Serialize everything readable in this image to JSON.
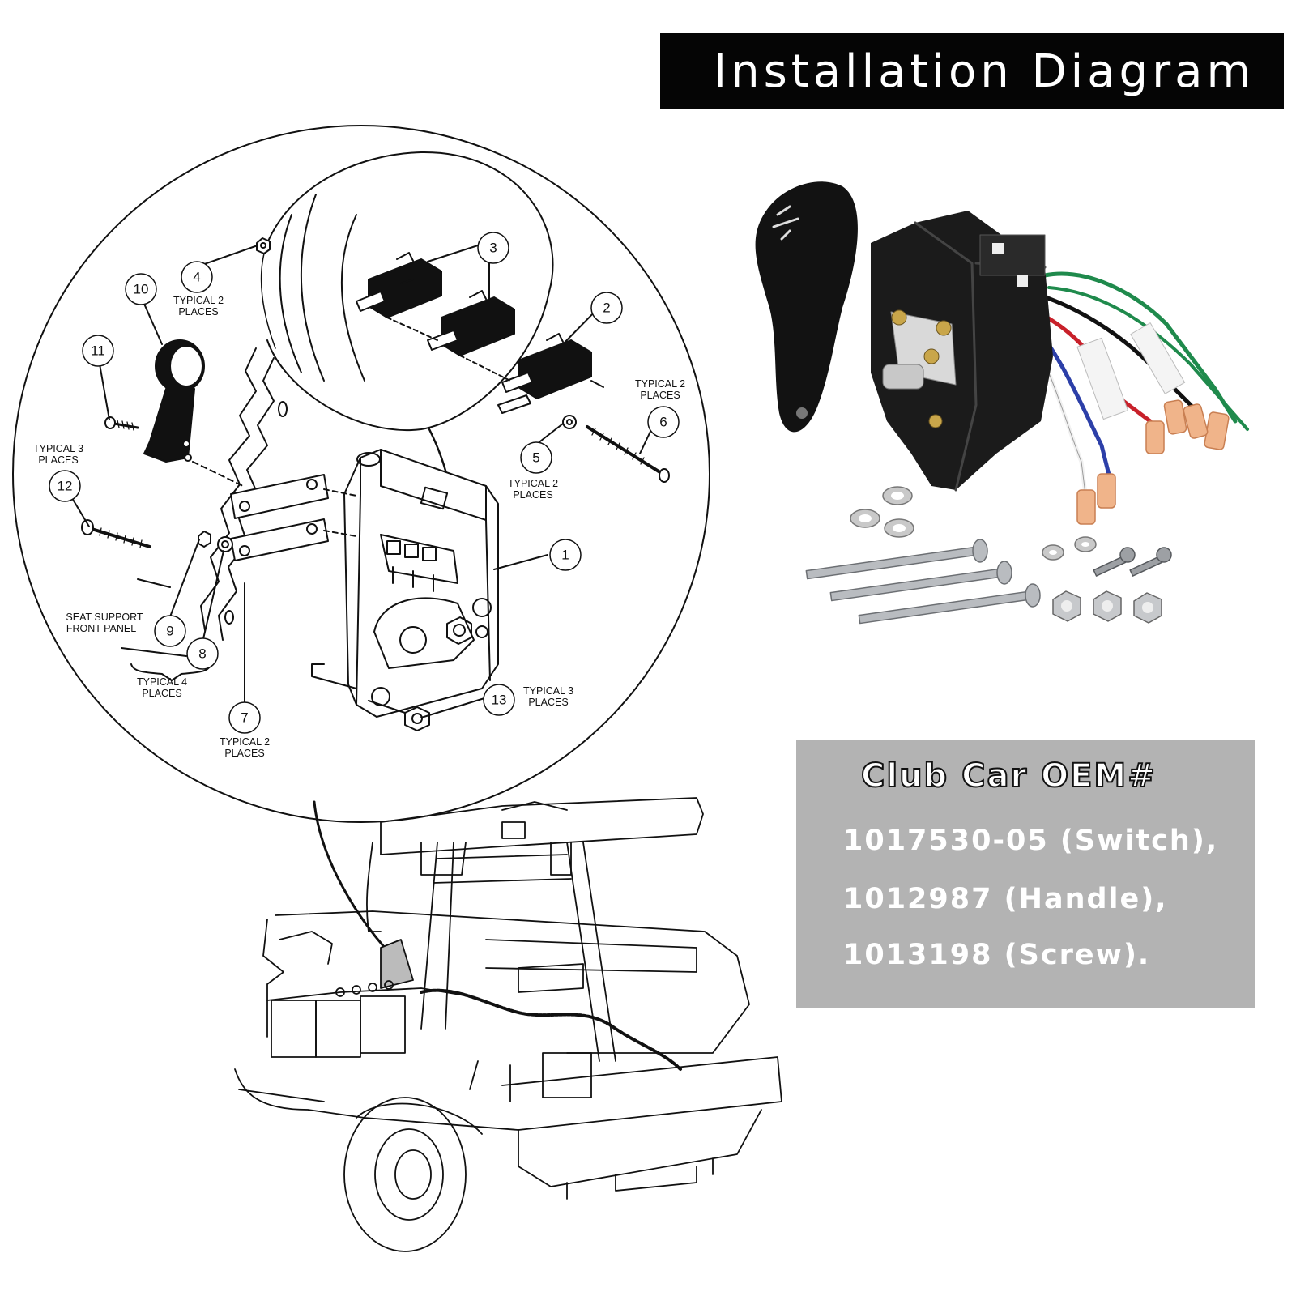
{
  "title": "Installation Diagram",
  "callouts": [
    {
      "label": "1"
    },
    {
      "label": "2"
    },
    {
      "label": "3"
    },
    {
      "label": "4"
    },
    {
      "label": "5"
    },
    {
      "label": "6"
    },
    {
      "label": "7"
    },
    {
      "label": "8"
    },
    {
      "label": "9"
    },
    {
      "label": "10"
    },
    {
      "label": "11"
    },
    {
      "label": "12"
    },
    {
      "label": "13"
    }
  ],
  "notes": [
    {
      "lines": [
        "TYPICAL 2",
        "PLACES"
      ]
    },
    {
      "lines": [
        "TYPICAL 2",
        "PLACES"
      ]
    },
    {
      "lines": [
        "TYPICAL 2",
        "PLACES"
      ]
    },
    {
      "lines": [
        "TYPICAL 3",
        "PLACES"
      ]
    },
    {
      "lines": [
        "SEAT SUPPORT",
        "FRONT PANEL"
      ]
    },
    {
      "lines": [
        "TYPICAL 4",
        "PLACES"
      ]
    },
    {
      "lines": [
        "TYPICAL 2",
        "PLACES"
      ]
    },
    {
      "lines": [
        "TYPICAL 3",
        "PLACES"
      ]
    }
  ],
  "oem": {
    "heading": "Club Car OEM#",
    "lines": [
      "1017530-05 (Switch),",
      "1012987 (Handle),",
      "1013198 (Screw)."
    ]
  },
  "colors": {
    "title_bg": "#050505",
    "oem_bg": "#b3b3b3",
    "wire_green": "#1f8a4c",
    "wire_red": "#c8202a",
    "wire_blue": "#2c3fa8",
    "terminal": "#f0b48a"
  }
}
